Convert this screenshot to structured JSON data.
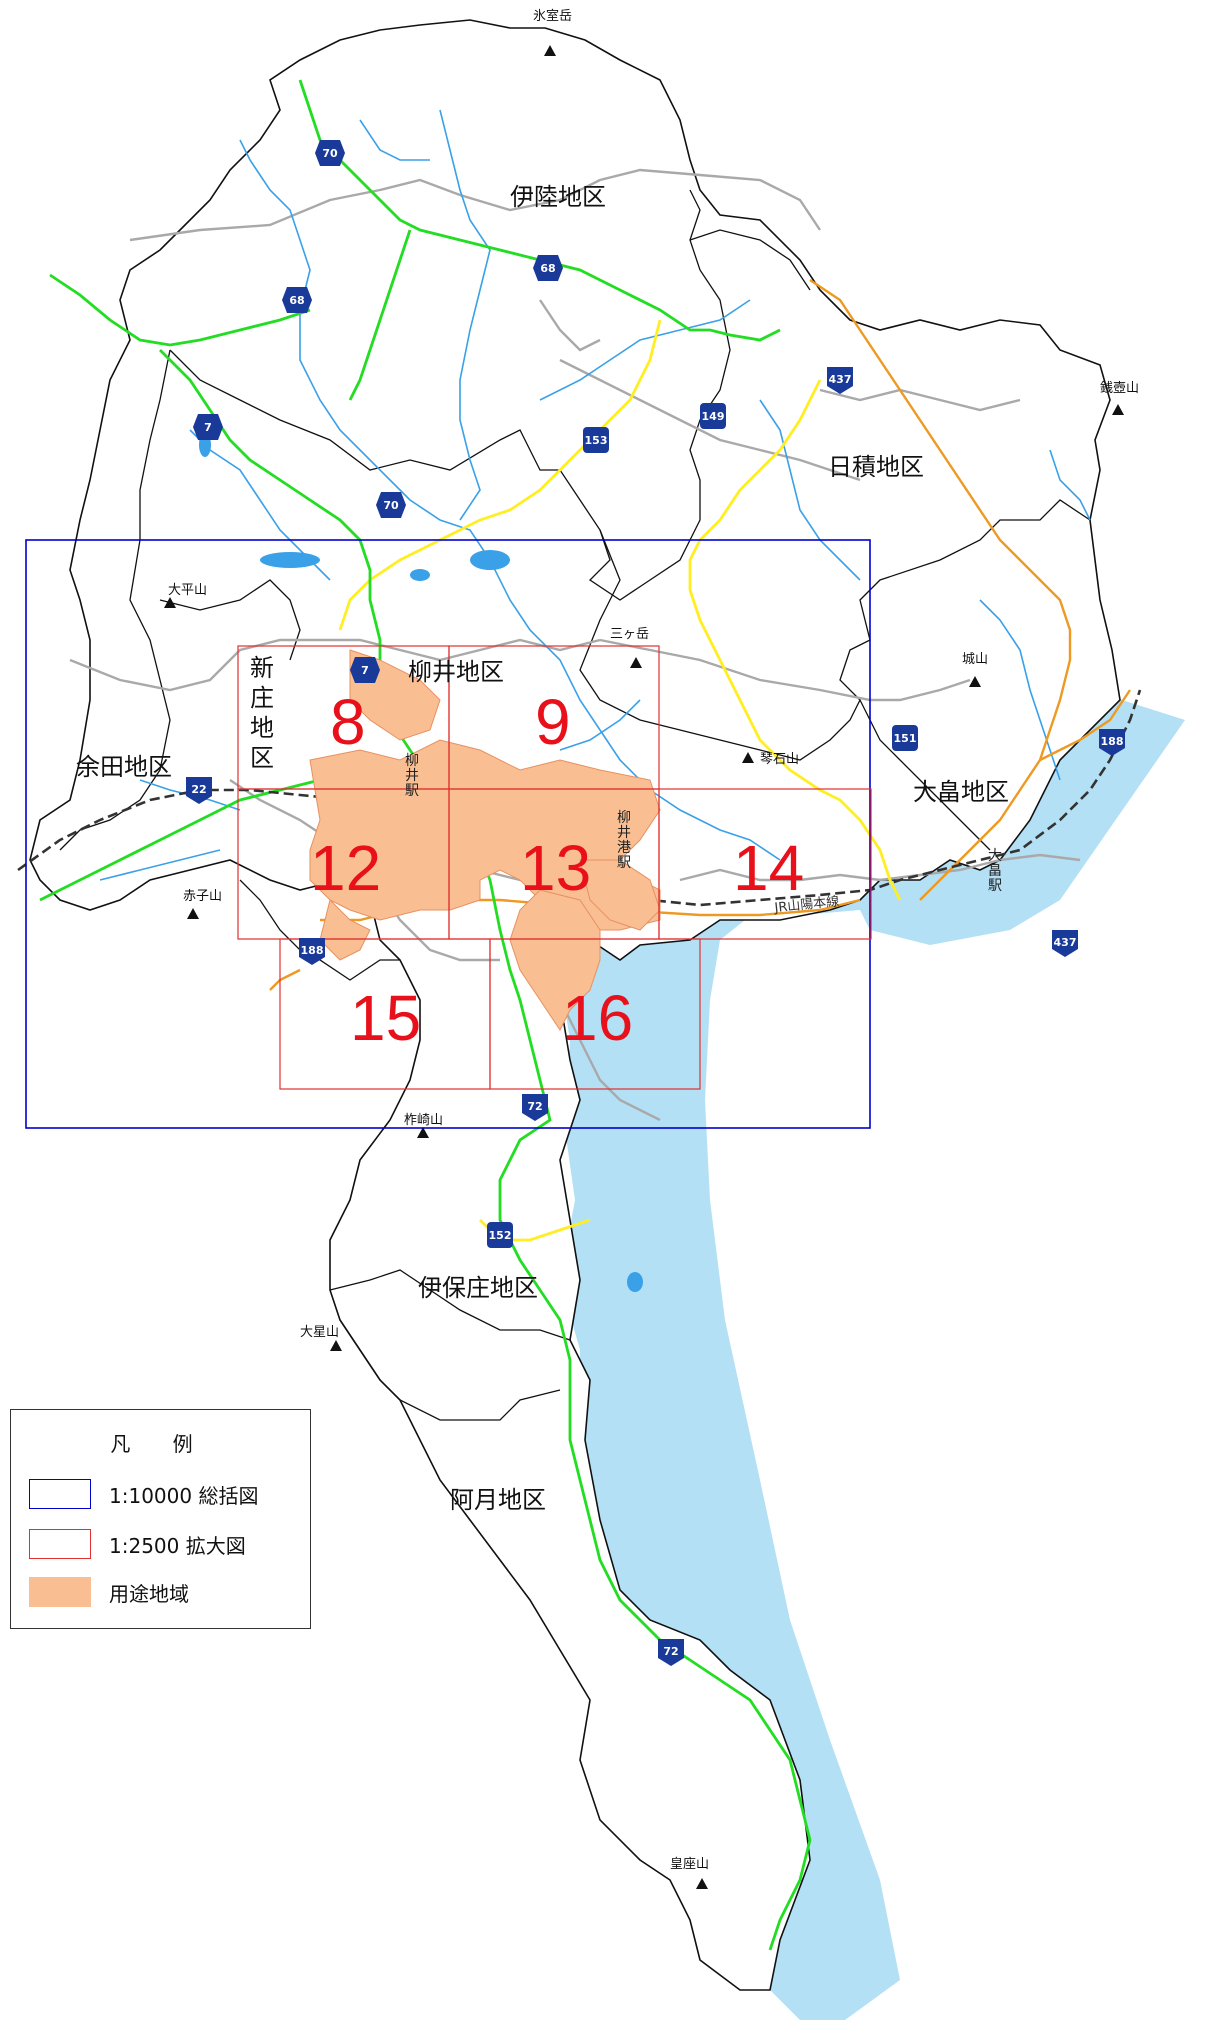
{
  "colors": {
    "sea": "#b3e0f5",
    "use_zone": "#f9bf92",
    "green_route": "#22dd22",
    "yellow_route": "#ffee22",
    "gray_road": "#a9a9a9",
    "river": "#3aa0e8",
    "orange_route": "#ee9922",
    "frame_1_10000": "#0000cc",
    "frame_1_2500": "#e03030"
  },
  "districts": {
    "irikura": "伊陸地区",
    "hizumi": "日積地区",
    "yanai": "柳井地区",
    "shinjo": "新庄地区",
    "yoda": "余田地区",
    "oobatake": "大畠地区",
    "ihonosho": "伊保庄地区",
    "atsuki": "阿月地区"
  },
  "peaks": {
    "himuro": "氷室岳",
    "zenko": "銭壺山",
    "ohira": "大平山",
    "sangatake": "三ヶ岳",
    "shiroyama": "城山",
    "kotoishi": "琴石山",
    "akago": "赤子山",
    "tsugasaki": "柞崎山",
    "oboshi": "大星山",
    "koza": "皇座山"
  },
  "stations": {
    "yanai": "柳井駅",
    "yanaiminato": "柳井港駅",
    "oobatake": "大畠駅"
  },
  "rail_line": "JR山陽本線",
  "routes": [
    "70",
    "68",
    "68",
    "7",
    "7",
    "70",
    "153",
    "149",
    "437",
    "151",
    "188",
    "22",
    "188",
    "437",
    "72",
    "152",
    "72"
  ],
  "sheets": [
    "8",
    "9",
    "12",
    "13",
    "14",
    "15",
    "16"
  ],
  "legend": {
    "title": "凡 例",
    "items": [
      {
        "label": "1:10000 総括図"
      },
      {
        "label": "1:2500 拡大図"
      },
      {
        "label": "用途地域"
      }
    ]
  }
}
